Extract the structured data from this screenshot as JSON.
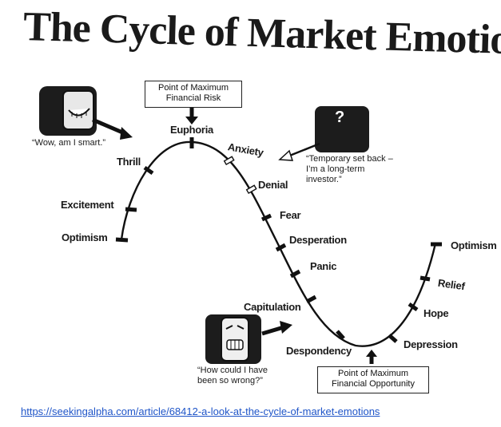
{
  "title": "The Cycle of Market Emotions",
  "stages": [
    {
      "label": "Optimism"
    },
    {
      "label": "Excitement"
    },
    {
      "label": "Thrill"
    },
    {
      "label": "Euphoria"
    },
    {
      "label": "Anxiety"
    },
    {
      "label": "Denial"
    },
    {
      "label": "Fear"
    },
    {
      "label": "Desperation"
    },
    {
      "label": "Panic"
    },
    {
      "label": "Capitulation"
    },
    {
      "label": "Despondency"
    },
    {
      "label": "Depression"
    },
    {
      "label": "Hope"
    },
    {
      "label": "Relief"
    },
    {
      "label": "Optimism"
    }
  ],
  "callouts": {
    "max_risk": "Point of Maximum Financial Risk",
    "max_opportunity": "Point of Maximum Financial Opportunity"
  },
  "quotes": {
    "smart": "“Wow, am I smart.”",
    "temporary": "“Temporary set back – I’m a long-term investor.”",
    "wrong": "“How could I have been so wrong?”"
  },
  "icons": {
    "question_mark": "?"
  },
  "source_link": "https://seekingalpha.com/article/68412-a-look-at-the-cycle-of-market-emotions"
}
